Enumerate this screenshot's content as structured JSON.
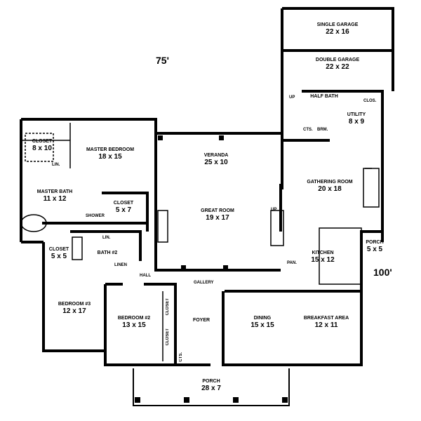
{
  "dimensions": {
    "width": "75'",
    "depth": "100'"
  },
  "rooms": {
    "single_garage": {
      "name": "SINGLE GARAGE",
      "size": "22 x 16"
    },
    "double_garage": {
      "name": "DOUBLE GARAGE",
      "size": "22 x 22"
    },
    "half_bath": {
      "name": "HALF BATH"
    },
    "utility": {
      "name": "UTILITY",
      "size": "8 x 9"
    },
    "master_closet": {
      "name": "CLOSET",
      "size": "8 x 10"
    },
    "master_bedroom": {
      "name": "MASTER BEDROOM",
      "size": "18 x 15"
    },
    "veranda": {
      "name": "VERANDA",
      "size": "25 x 10"
    },
    "gathering_room": {
      "name": "GATHERING ROOM",
      "size": "20 x 18"
    },
    "master_bath": {
      "name": "MASTER BATH",
      "size": "11 x 12"
    },
    "closet_5x7": {
      "name": "CLOSET",
      "size": "5 x 7"
    },
    "great_room": {
      "name": "GREAT ROOM",
      "size": "19 x 17"
    },
    "side_porch": {
      "name": "PORCH",
      "size": "5 x 5"
    },
    "closet_5x5": {
      "name": "CLOSET",
      "size": "5 x 5"
    },
    "bath2": {
      "name": "BATH #2"
    },
    "kitchen": {
      "name": "KITCHEN",
      "size": "15 x 12"
    },
    "bedroom3": {
      "name": "BEDROOM #3",
      "size": "12 x 17"
    },
    "bedroom2": {
      "name": "BEDROOM #2",
      "size": "13 x 15"
    },
    "foyer": {
      "name": "FOYER"
    },
    "dining": {
      "name": "DINING",
      "size": "15 x 15"
    },
    "breakfast": {
      "name": "BREAKFAST AREA",
      "size": "12 x 11"
    },
    "front_porch": {
      "name": "PORCH",
      "size": "28 x 7"
    }
  },
  "small_labels": {
    "up1": "UP",
    "up2": "UP",
    "clos": "CLOS.",
    "cts1": "CTS.",
    "brm": "BRM.",
    "lin1": "LIN.",
    "lin2": "LIN.",
    "shower": "SHOWER",
    "linen": "LINEN",
    "hall": "HALL",
    "gallery": "GALLERY",
    "pan": "PAN.",
    "closet_v1": "CLOSET",
    "closet_v2": "CLOSET",
    "cts2": "CTS."
  }
}
